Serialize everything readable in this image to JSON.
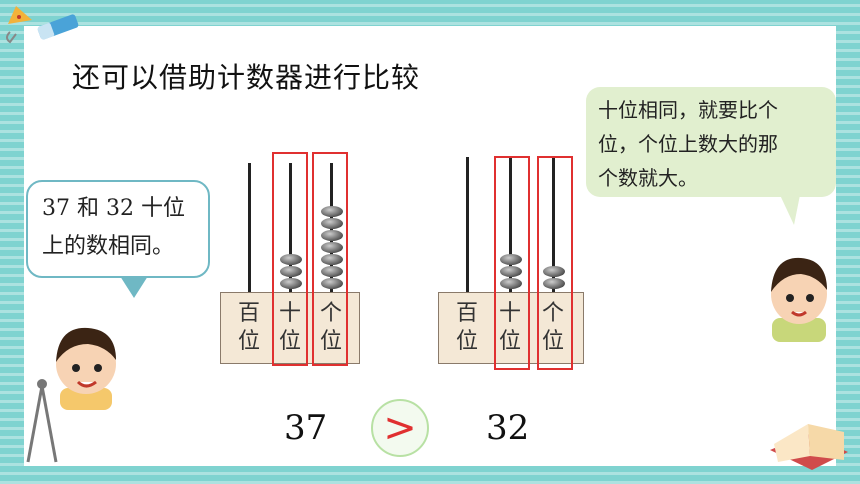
{
  "title": "还可以借助计数器进行比较",
  "left_bubble": {
    "line1": "37 和 32 十位",
    "line2": "上的数相同。"
  },
  "right_bubble": {
    "line1": "十位相同，就要比个",
    "line2": "位，个位上数大的那",
    "line3": "个数就大。"
  },
  "place_labels": {
    "hundreds": [
      "百",
      "位"
    ],
    "tens": [
      "十",
      "位"
    ],
    "ones": [
      "个",
      "位"
    ]
  },
  "abacus_left": {
    "number": "37",
    "hundreds": 0,
    "tens": 3,
    "ones": 7
  },
  "abacus_right": {
    "number": "32",
    "hundreds": 0,
    "tens": 3,
    "ones": 2
  },
  "comparison": {
    "symbol": ">"
  },
  "colors": {
    "highlight": "#e03030",
    "frame": "#7fd3d0"
  }
}
